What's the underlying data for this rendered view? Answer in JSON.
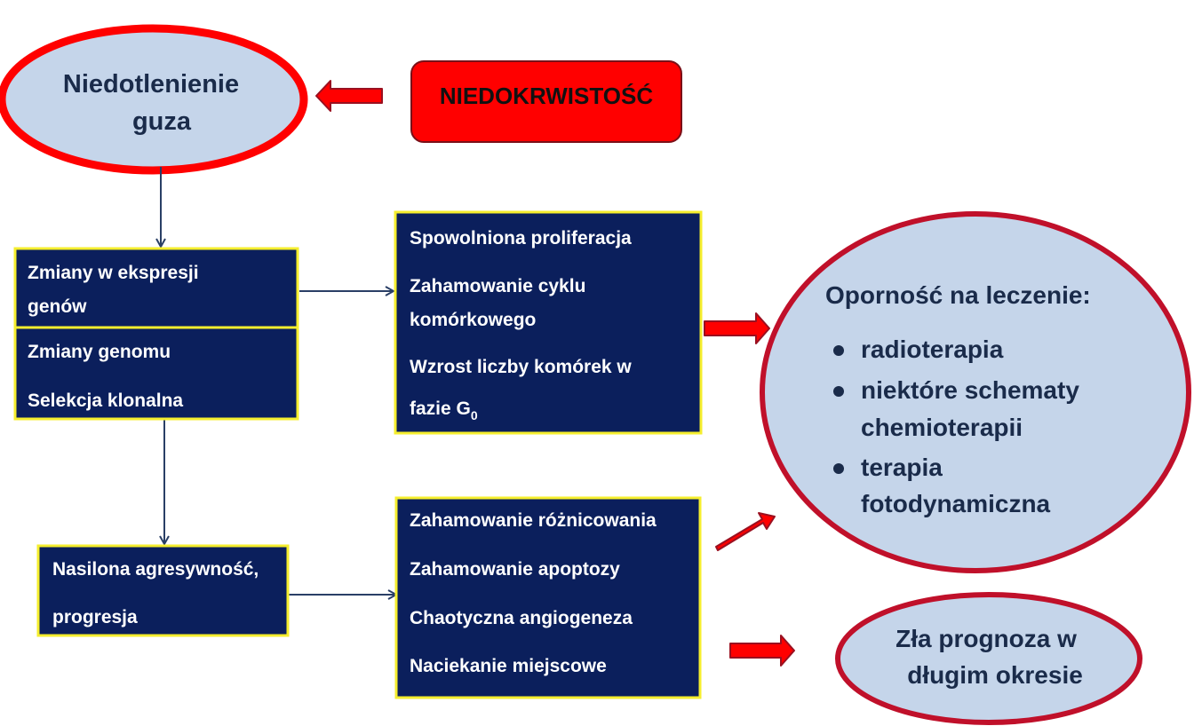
{
  "hypoxia": {
    "line1": "Niedotlenienie",
    "line2": "guza"
  },
  "anemia": {
    "label": "NIEDOKRWISTOŚĆ"
  },
  "gene_changes": {
    "line1": "Zmiany w ekspresji",
    "line2": "genów",
    "line3": "Zmiany genomu",
    "line4": "Selekcja klonalna"
  },
  "aggressiveness": {
    "line1": "Nasilona agresywność,",
    "line2": "progresja"
  },
  "proliferation": {
    "line1": "Spowolniona proliferacja",
    "line2": "Zahamowanie cyklu",
    "line3": "komórkowego",
    "line4": "Wzrost liczby komórek w",
    "line5_main": "fazie G",
    "line5_sub": "0"
  },
  "inhibition": {
    "line1": "Zahamowanie różnicowania",
    "line2": "Zahamowanie apoptozy",
    "line3": "Chaotyczna angiogeneza",
    "line4": "Naciekanie miejscowe"
  },
  "resistance": {
    "title": "Oporność na leczenie:",
    "item1": "radioterapia",
    "item2_line1": "niektóre schematy",
    "item2_line2": "chemioterapii",
    "item3_line1": "terapia",
    "item3_line2": "fotodynamiczna"
  },
  "prognosis": {
    "line1": "Zła prognoza w",
    "line2": "długim okresie"
  },
  "colors": {
    "navy": "#0b1f5c",
    "yellow": "#f5ee2e",
    "red": "#ff0000",
    "dark_red": "#c0102a",
    "light_blue": "#c5d5ea",
    "arrow_line": "#2a3f66"
  }
}
